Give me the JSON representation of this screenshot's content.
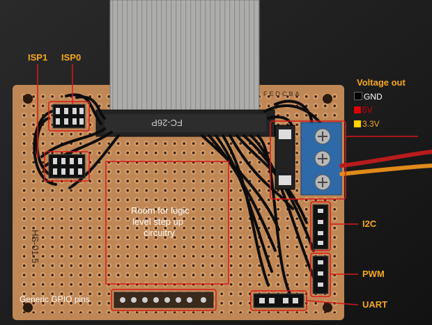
{
  "labels": {
    "isp1": "ISP1",
    "isp0": "ISP0",
    "voltage_out": "Voltage out",
    "i2c": "I2C",
    "pwm": "PWM",
    "uart": "UART",
    "generic_gpio": "Generic GPIO pins",
    "room_line1": "Room for logic",
    "room_line2": "level step up",
    "room_line3": "circuitry"
  },
  "legend": [
    {
      "label": "GND",
      "color": "#000000",
      "text_color": "#ffffff"
    },
    {
      "label": "5V",
      "color": "#e00000",
      "text_color": "#e00000"
    },
    {
      "label": "3.3V",
      "color": "#ffd400",
      "text_color": "#f6a81f"
    }
  ],
  "board_text": {
    "connector_part": "FC-26P",
    "board_id": "HS-01-5",
    "column_letters": "FEDCBA"
  },
  "colors": {
    "annotation": "#f6a81f",
    "highlight_box": "#d81818",
    "board": "#c58e5e",
    "ribbon": "#a9a9a7",
    "screw_terminal": "#2f6aa8"
  }
}
